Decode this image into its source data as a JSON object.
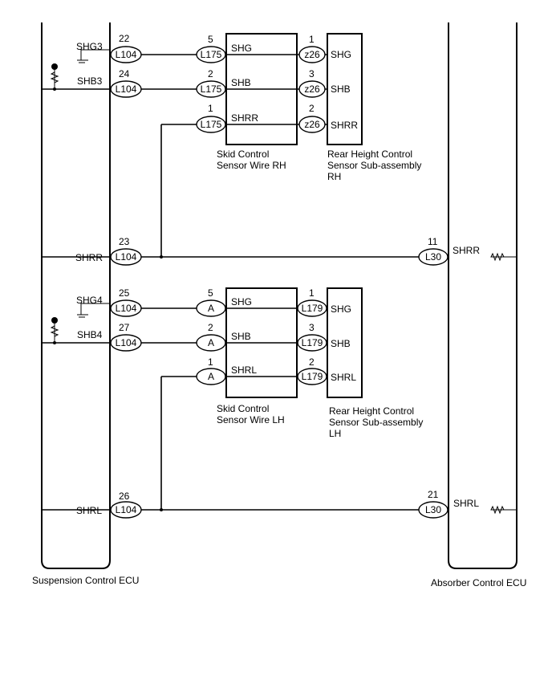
{
  "ecus": {
    "suspension": "Suspension Control ECU",
    "absorber": "Absorber Control ECU"
  },
  "rh": {
    "skid_label": [
      "Skid Control",
      "Sensor Wire RH"
    ],
    "sensor_label": [
      "Rear Height Control",
      "Sensor Sub-assembly",
      "RH"
    ],
    "wires": [
      {
        "ecu_signal": "SHG3",
        "ecu_pin": "22",
        "ecu_conn": "L104",
        "skid_pin": "5",
        "skid_conn": "L175",
        "skid_signal": "SHG",
        "sensor_pin": "1",
        "sensor_conn": "z26",
        "sensor_signal": "SHG"
      },
      {
        "ecu_signal": "SHB3",
        "ecu_pin": "24",
        "ecu_conn": "L104",
        "skid_pin": "2",
        "skid_conn": "L175",
        "skid_signal": "SHB",
        "sensor_pin": "3",
        "sensor_conn": "z26",
        "sensor_signal": "SHB"
      },
      {
        "skid_pin": "1",
        "skid_conn": "L175",
        "skid_signal": "SHRR",
        "sensor_pin": "2",
        "sensor_conn": "z26",
        "sensor_signal": "SHRR"
      }
    ],
    "out": {
      "ecu_signal": "SHRR",
      "ecu_pin": "23",
      "ecu_conn": "L104",
      "abs_pin": "11",
      "abs_conn": "L30",
      "abs_signal": "SHRR"
    }
  },
  "lh": {
    "skid_label": [
      "Skid Control",
      "Sensor Wire LH"
    ],
    "sensor_label": [
      "Rear Height Control",
      "Sensor Sub-assembly",
      "LH"
    ],
    "wires": [
      {
        "ecu_signal": "SHG4",
        "ecu_pin": "25",
        "ecu_conn": "L104",
        "skid_pin": "5",
        "skid_conn": "A",
        "skid_signal": "SHG",
        "sensor_pin": "1",
        "sensor_conn": "L179",
        "sensor_signal": "SHG"
      },
      {
        "ecu_signal": "SHB4",
        "ecu_pin": "27",
        "ecu_conn": "L104",
        "skid_pin": "2",
        "skid_conn": "A",
        "skid_signal": "SHB",
        "sensor_pin": "3",
        "sensor_conn": "L179",
        "sensor_signal": "SHB"
      },
      {
        "skid_pin": "1",
        "skid_conn": "A",
        "skid_signal": "SHRL",
        "sensor_pin": "2",
        "sensor_conn": "L179",
        "sensor_signal": "SHRL"
      }
    ],
    "out": {
      "ecu_signal": "SHRL",
      "ecu_pin": "26",
      "ecu_conn": "L104",
      "abs_pin": "21",
      "abs_conn": "L30",
      "abs_signal": "SHRL"
    }
  }
}
